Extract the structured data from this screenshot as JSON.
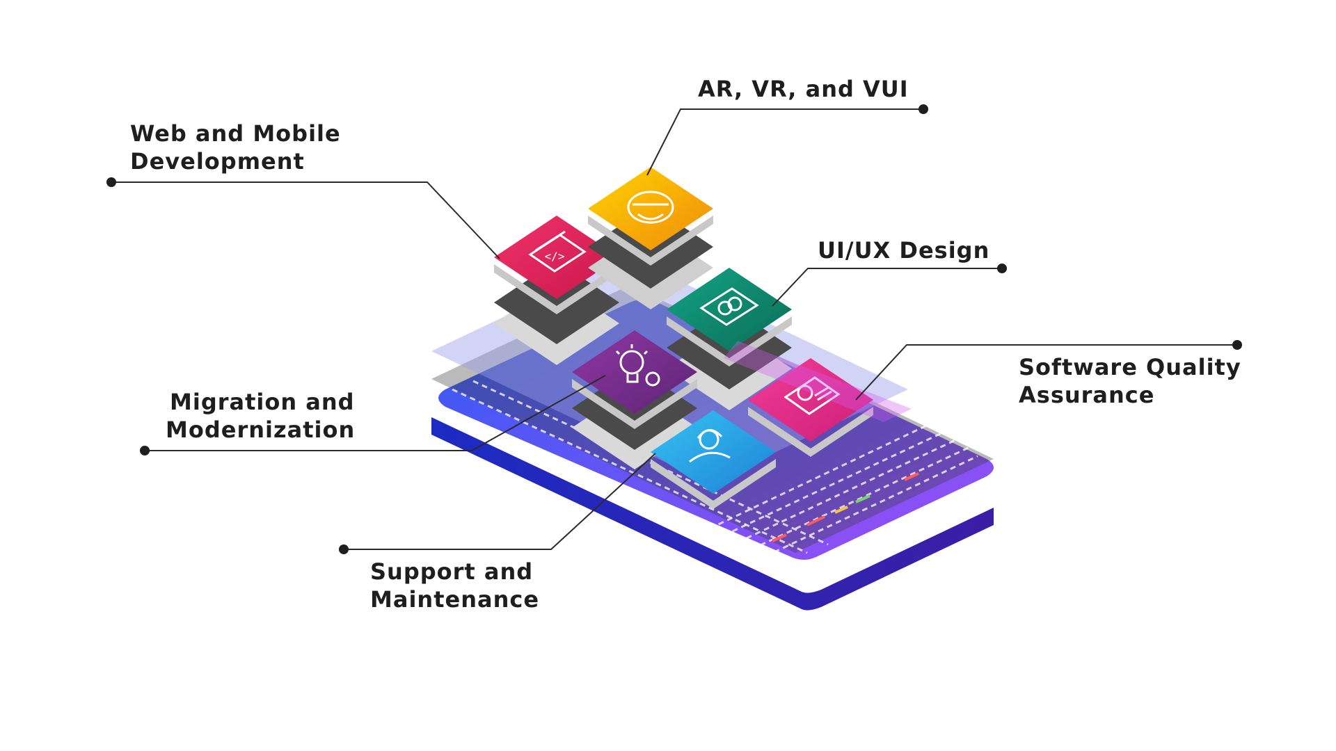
{
  "services": [
    {
      "id": "web-mobile",
      "lines": [
        "Web and Mobile",
        "Development"
      ],
      "color": "#e9215a",
      "icon": "code-window-icon"
    },
    {
      "id": "ar-vr-vui",
      "lines": [
        "AR, VR, and VUI"
      ],
      "color": "#f6b20e",
      "icon": "vr-headset-icon"
    },
    {
      "id": "ui-ux",
      "lines": [
        "UI/UX Design"
      ],
      "color": "#0f8a6e",
      "icon": "ui-ux-screen-icon"
    },
    {
      "id": "migration",
      "lines": [
        "Migration and",
        "Modernization"
      ],
      "color": "#7b2d8e",
      "icon": "lightbulb-gear-icon"
    },
    {
      "id": "sqa",
      "lines": [
        "Software Quality",
        "Assurance"
      ],
      "color": "#e5318b",
      "icon": "certificate-gear-icon"
    },
    {
      "id": "support",
      "lines": [
        "Support and",
        "Maintenance"
      ],
      "color": "#2ea7e8",
      "icon": "support-agent-icon"
    }
  ],
  "colors": {
    "phone_top_left": "#2f5cf5",
    "phone_top_right": "#9c4df5",
    "phone_side": "#1a1f9e",
    "leader_line": "#2a2a2a"
  }
}
